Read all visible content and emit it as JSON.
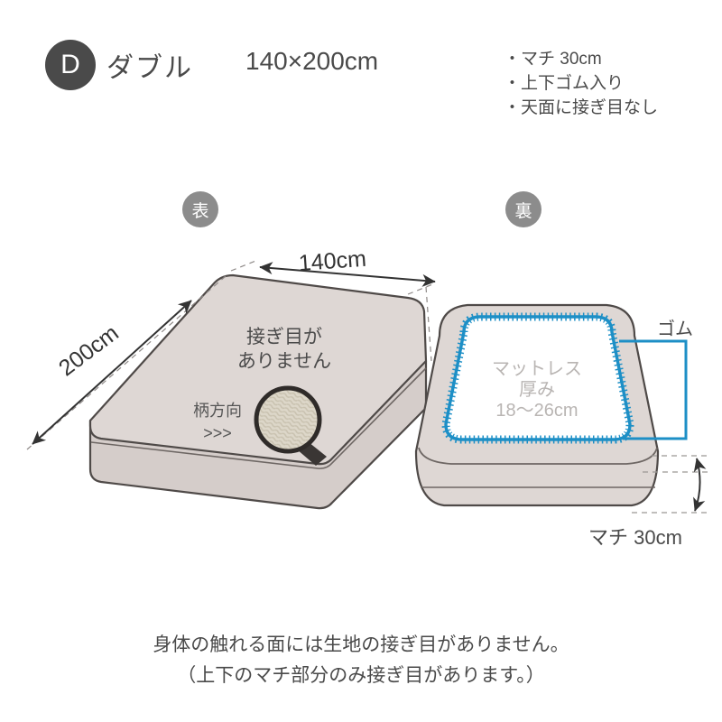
{
  "header": {
    "badge_letter": "D",
    "size_name": "ダブル",
    "size_dimensions": "140×200cm",
    "features": [
      "・マチ 30cm",
      "・上下ゴム入り",
      "・天面に接ぎ目なし"
    ]
  },
  "face_labels": {
    "front": "表",
    "back": "裏"
  },
  "front_diagram": {
    "width_label": "140cm",
    "length_label": "200cm",
    "no_seam_line1": "接ぎ目が",
    "no_seam_line2": "ありません",
    "pattern_direction_label": "柄方向",
    "pattern_direction_arrows": ">>>"
  },
  "back_diagram": {
    "mattress_line1": "マットレス",
    "mattress_line2": "厚み",
    "mattress_line3": "18〜26cm",
    "elastic_label": "ゴム",
    "gusset_label": "マチ 30cm"
  },
  "footer": {
    "line1": "身体の触れる面には生地の接ぎ目がありません。",
    "line2": "（上下のマチ部分のみ接ぎ目があります。）"
  },
  "colors": {
    "badge_dark": "#4a4a4a",
    "badge_gray": "#8c8c8c",
    "mattress_fill": "#ddd6d3",
    "mattress_side": "#d6cecb",
    "outline": "#4f4a48",
    "elastic_blue": "#1d8fc6",
    "muted_text": "#b9b5b3"
  }
}
